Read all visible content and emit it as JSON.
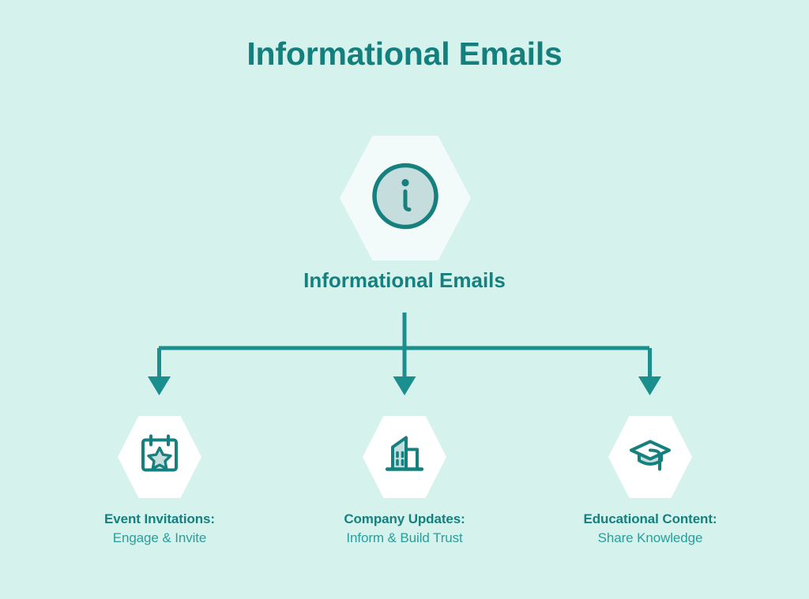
{
  "header": {
    "title": "Informational Emails"
  },
  "colors": {
    "background": "#d6f2ec",
    "accent_teal": "#14807e",
    "line_teal": "#1a8f8d",
    "sub_text_teal": "#2b9e9b",
    "root_hex_fill": "#f2fbf9",
    "child_hex_fill": "#ffffff",
    "icon_fill_pale": "#c5dedd"
  },
  "root": {
    "label": "Informational Emails",
    "icon": "info-circle-icon"
  },
  "children": [
    {
      "title": "Event Invitations:",
      "subtitle": "Engage & Invite",
      "icon": "calendar-star-icon"
    },
    {
      "title": "Company Updates:",
      "subtitle": "Inform & Build Trust",
      "icon": "office-buildings-icon"
    },
    {
      "title": "Educational Content:",
      "subtitle": "Share Knowledge",
      "icon": "graduation-cap-icon"
    }
  ],
  "chart_data": {
    "type": "diagram",
    "layout": "tree-one-to-three",
    "title": "Informational Emails",
    "root": "Informational Emails",
    "branches": [
      "Event Invitations: Engage & Invite",
      "Company Updates: Inform & Build Trust",
      "Educational Content: Share Knowledge"
    ]
  }
}
